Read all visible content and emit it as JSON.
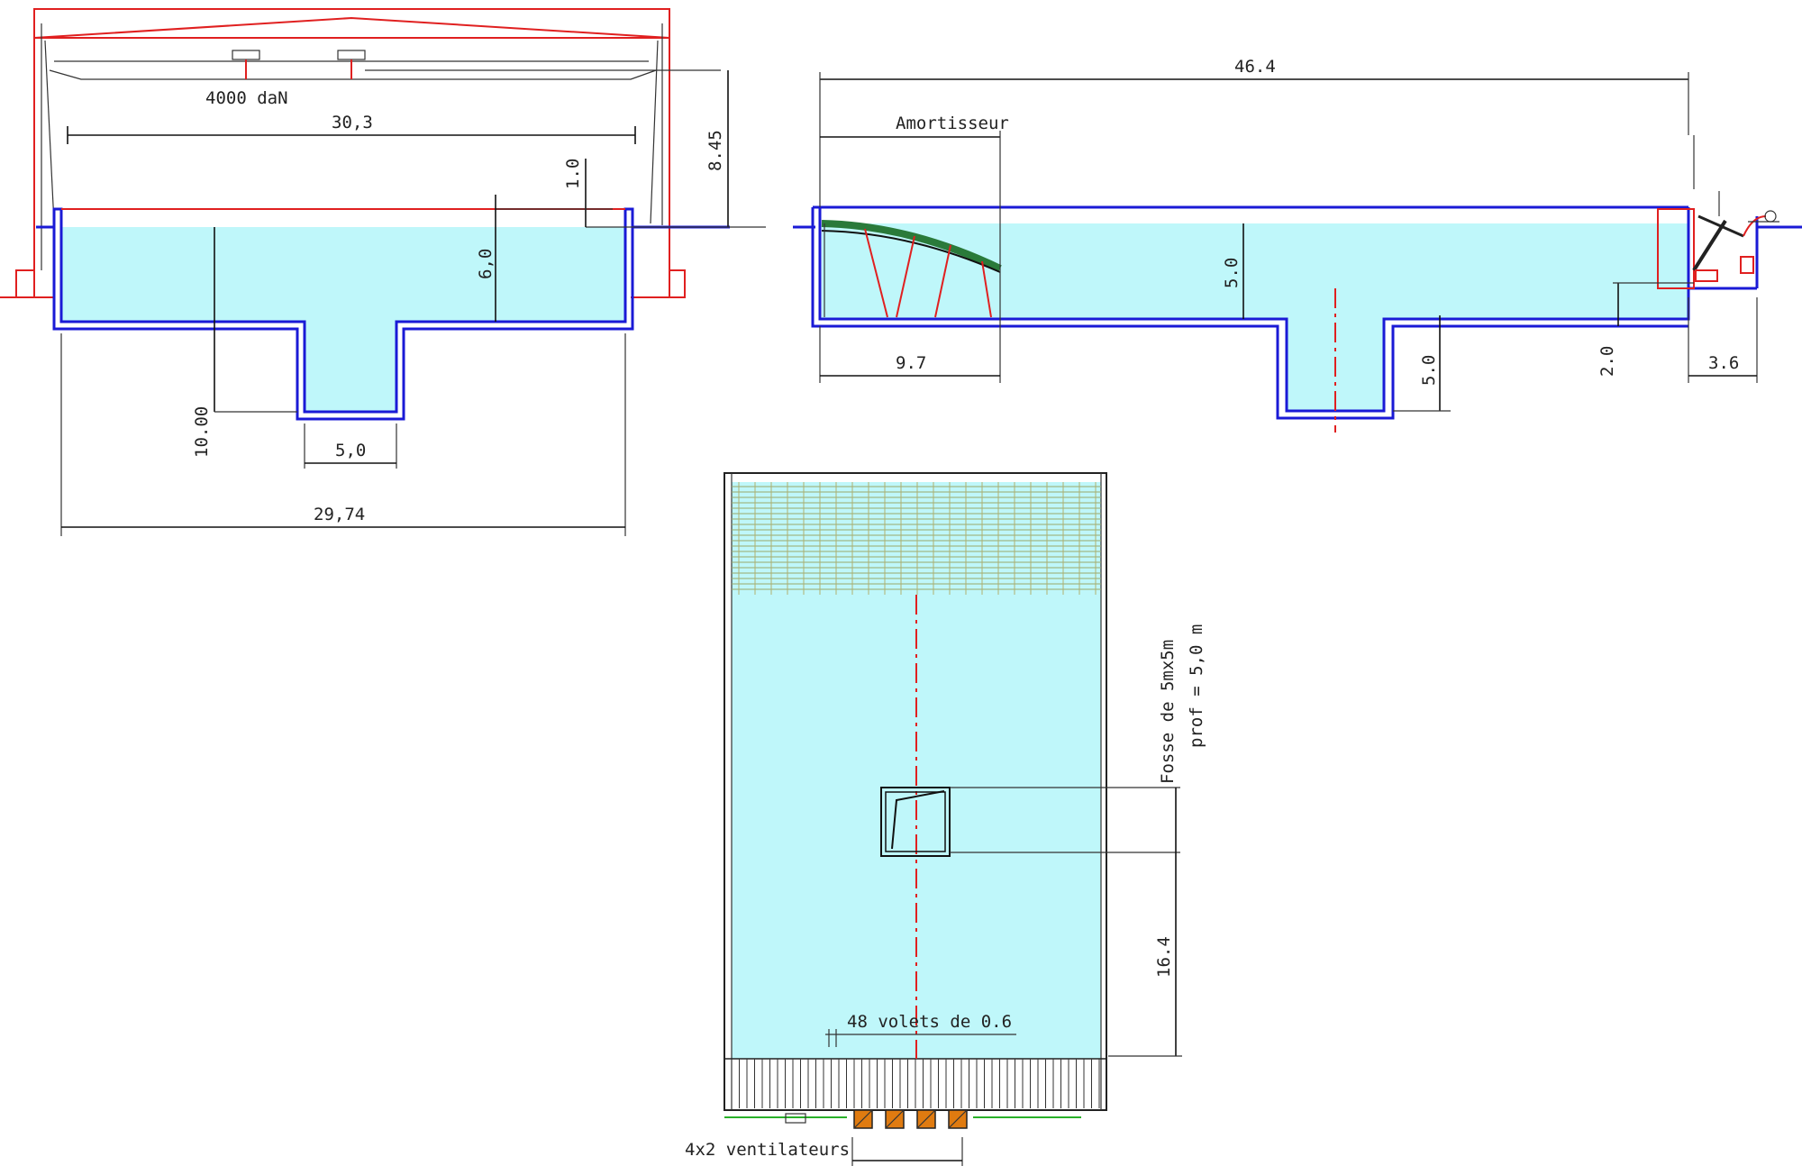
{
  "cross_section": {
    "load": "4000 daN",
    "span": "30,3",
    "height": "8.45",
    "freeboard": "1.0",
    "water_depth": "6,0",
    "total_depth": "10.00",
    "pit_width": "5,0",
    "basin_width": "29,74"
  },
  "long_section": {
    "total_length": "46.4",
    "damper_label": "Amortisseur",
    "damper_length": "9.7",
    "water_depth": "5.0",
    "pit_depth": "5.0",
    "wavemaker_height": "2.0",
    "wavemaker_length": "3.6"
  },
  "plan": {
    "pit_note_1": "Fosse de 5mx5m",
    "pit_note_2": "prof = 5,0 m",
    "pit_distance": "16.4",
    "flaps": "48 volets de 0.6",
    "fans": "4x2 ventilateurs"
  },
  "colors": {
    "water": "#bff7fa",
    "walls": "#1a1ad6",
    "structure": "#e02020",
    "fans": "#e07b10"
  }
}
